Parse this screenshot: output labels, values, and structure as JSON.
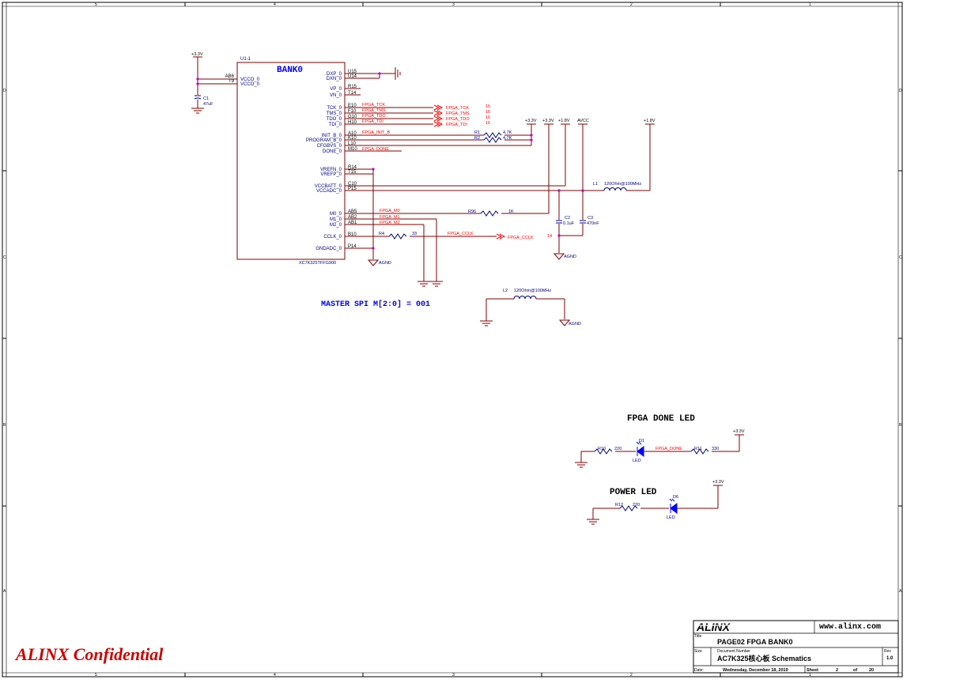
{
  "border": {
    "col_labels": [
      "5",
      "4",
      "3",
      "2",
      "1"
    ],
    "row_labels": [
      "D",
      "C",
      "B",
      "A"
    ]
  },
  "power_rails": {
    "p3v3": "+3.3V",
    "p1v8": "+1.8V",
    "avcc": "AVCC",
    "agnd": "AGND"
  },
  "u1": {
    "refdes": "U1-1",
    "bank": "BANK0",
    "part": "XC7K325TFFG900",
    "left_pins": [
      {
        "name": "VCCO_0",
        "num": "AB6"
      },
      {
        "name": "VCCO_0",
        "num": "T9"
      }
    ],
    "right_pins": [
      {
        "name": "DXP_0",
        "num": "U15"
      },
      {
        "name": "DXN_0",
        "num": "U14"
      },
      {
        "name": "VP_0",
        "num": "R15"
      },
      {
        "name": "VN_0",
        "num": "T14"
      },
      {
        "name": "TCK_0",
        "num": "E10"
      },
      {
        "name": "TMS_0",
        "num": "F10"
      },
      {
        "name": "TDO_0",
        "num": "G10"
      },
      {
        "name": "TDI_0",
        "num": "H10"
      },
      {
        "name": "INIT_B_0",
        "num": "A10"
      },
      {
        "name": "PROGRAM_B_0",
        "num": "K10"
      },
      {
        "name": "CFGBVS_0",
        "num": "L10"
      },
      {
        "name": "DONE_0",
        "num": "M10"
      },
      {
        "name": "VREFN_0",
        "num": "R14"
      },
      {
        "name": "VREFP_0",
        "num": "T15"
      },
      {
        "name": "VCCBATT_0",
        "num": "C10"
      },
      {
        "name": "VCCADC_0",
        "num": "P15"
      },
      {
        "name": "M0_0",
        "num": "AB5"
      },
      {
        "name": "M1_0",
        "num": "AB2"
      },
      {
        "name": "M2_0",
        "num": "AB1"
      },
      {
        "name": "CCLK_0",
        "num": "B10"
      },
      {
        "name": "GNDADC_0",
        "num": "P14"
      }
    ]
  },
  "nets": {
    "fpga_tck": "FPGA_TCK",
    "fpga_tms": "FPGA_TMS",
    "fpga_tdo": "FPGA_TDO",
    "fpga_tdi": "FPGA_TDI",
    "fpga_init_b": "FPGA_INIT_B",
    "fpga_done": "FPGA_DONE",
    "fpga_m0": "FPGA_M0",
    "fpga_m1": "FPGA_M1",
    "fpga_m2": "FPGA_M2",
    "fpga_cclk": "FPGA_CCLK",
    "offpage_ref": "16",
    "cclk_ref": "14"
  },
  "components": {
    "c1": {
      "ref": "C1",
      "value": "47uF"
    },
    "c2": {
      "ref": "C2",
      "value": "0.1uF"
    },
    "c3": {
      "ref": "C3",
      "value": "470nF"
    },
    "r1": {
      "ref": "R1",
      "value": "4.7K"
    },
    "r2": {
      "ref": "R2",
      "value": "4.7K"
    },
    "r96": {
      "ref": "R96",
      "value": "1K"
    },
    "r4": {
      "ref": "R4",
      "value": "33"
    },
    "l1": {
      "ref": "L1",
      "value": "120Ohm@100MHz"
    },
    "l2": {
      "ref": "L2",
      "value": "120Ohm@100MHz"
    },
    "r10": {
      "ref": "R10",
      "value": "220"
    },
    "r11": {
      "ref": "R11",
      "value": "330"
    },
    "r12": {
      "ref": "R12",
      "value": "220"
    },
    "d1": {
      "ref": "D1",
      "value": "LED"
    },
    "d6": {
      "ref": "D6",
      "value": "LED"
    }
  },
  "notes": {
    "master_spi": "MASTER SPI M[2:0] = 001",
    "fpga_done_led": "FPGA DONE LED",
    "power_led": "POWER LED"
  },
  "confidential": "ALINX Confidential",
  "title_block": {
    "logo": "ALINX",
    "website": "www.alinx.com",
    "title_label": "Title",
    "title": "PAGE02 FPGA BANK0",
    "size_label": "Size",
    "doc_label": "Document Number",
    "doc_number": "AC7K325核心板 Schematics",
    "rev_label": "Rev",
    "rev": "1.0",
    "date_label": "Date:",
    "date": "Wednesday, December 18, 2019",
    "sheet_label": "Sheet",
    "sheet": "2",
    "of_label": "of",
    "total": "20"
  },
  "colors": {
    "wire": "#800000",
    "net": "#ff0000",
    "part": "#0000ff",
    "frame": "#000000"
  }
}
